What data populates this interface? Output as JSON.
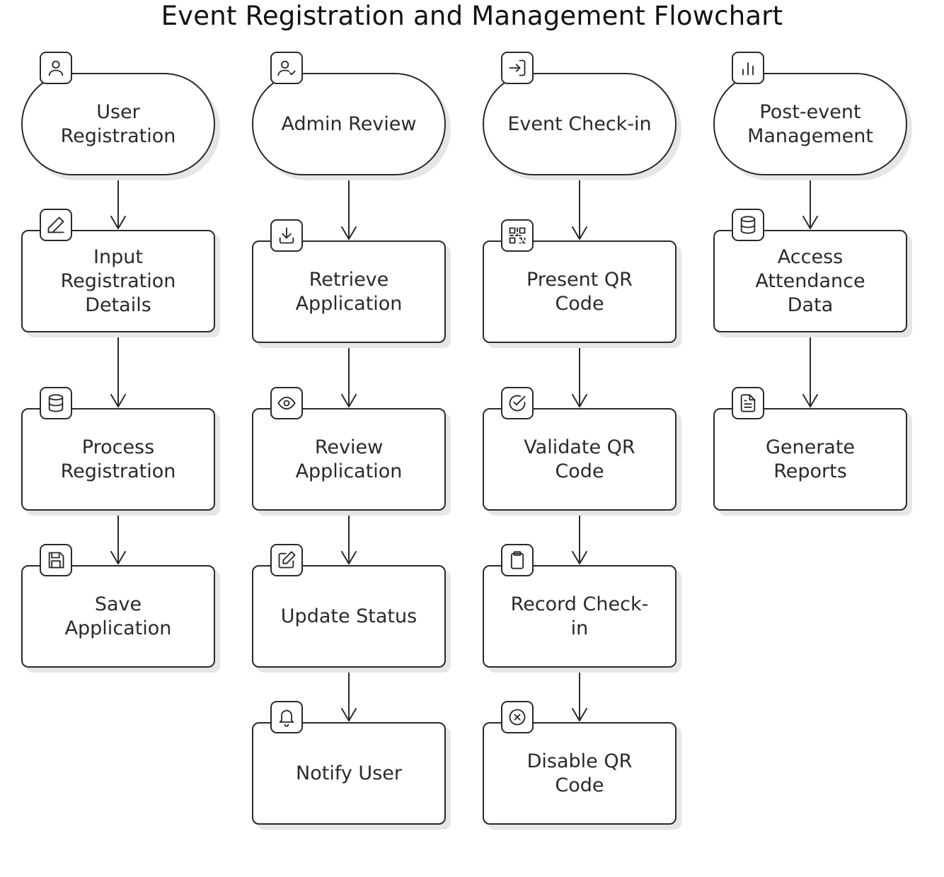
{
  "title": "Event Registration and Management Flowchart",
  "columns": [
    {
      "nodes": [
        {
          "id": "user-registration",
          "label": "User\nRegistration",
          "shape": "stadium",
          "icon": "user-icon"
        },
        {
          "id": "input-registration-details",
          "label": "Input\nRegistration\nDetails",
          "shape": "rect",
          "icon": "pencil-icon"
        },
        {
          "id": "process-registration",
          "label": "Process\nRegistration",
          "shape": "rect",
          "icon": "database-icon"
        },
        {
          "id": "save-application",
          "label": "Save\nApplication",
          "shape": "rect",
          "icon": "save-icon"
        }
      ]
    },
    {
      "nodes": [
        {
          "id": "admin-review",
          "label": "Admin Review",
          "shape": "stadium",
          "icon": "user-check-icon"
        },
        {
          "id": "retrieve-application",
          "label": "Retrieve\nApplication",
          "shape": "rect",
          "icon": "download-icon"
        },
        {
          "id": "review-application",
          "label": "Review\nApplication",
          "shape": "rect",
          "icon": "eye-icon"
        },
        {
          "id": "update-status",
          "label": "Update Status",
          "shape": "rect",
          "icon": "edit-icon"
        },
        {
          "id": "notify-user",
          "label": "Notify User",
          "shape": "rect",
          "icon": "bell-icon"
        }
      ]
    },
    {
      "nodes": [
        {
          "id": "event-check-in",
          "label": "Event Check-in",
          "shape": "stadium",
          "icon": "log-in-icon"
        },
        {
          "id": "present-qr-code",
          "label": "Present QR\nCode",
          "shape": "rect",
          "icon": "qr-code-icon"
        },
        {
          "id": "validate-qr-code",
          "label": "Validate QR\nCode",
          "shape": "rect",
          "icon": "check-circle-icon"
        },
        {
          "id": "record-check-in",
          "label": "Record Check-\nin",
          "shape": "rect",
          "icon": "clipboard-icon"
        },
        {
          "id": "disable-qr-code",
          "label": "Disable QR\nCode",
          "shape": "rect",
          "icon": "x-circle-icon"
        }
      ]
    },
    {
      "nodes": [
        {
          "id": "post-event-management",
          "label": "Post-event\nManagement",
          "shape": "stadium",
          "icon": "bar-chart-icon"
        },
        {
          "id": "access-attendance-data",
          "label": "Access\nAttendance\nData",
          "shape": "rect",
          "icon": "database-icon"
        },
        {
          "id": "generate-reports",
          "label": "Generate\nReports",
          "shape": "rect",
          "icon": "file-text-icon"
        }
      ]
    }
  ],
  "edges": [
    [
      "user-registration",
      "input-registration-details"
    ],
    [
      "input-registration-details",
      "process-registration"
    ],
    [
      "process-registration",
      "save-application"
    ],
    [
      "admin-review",
      "retrieve-application"
    ],
    [
      "retrieve-application",
      "review-application"
    ],
    [
      "review-application",
      "update-status"
    ],
    [
      "update-status",
      "notify-user"
    ],
    [
      "event-check-in",
      "present-qr-code"
    ],
    [
      "present-qr-code",
      "validate-qr-code"
    ],
    [
      "validate-qr-code",
      "record-check-in"
    ],
    [
      "record-check-in",
      "disable-qr-code"
    ],
    [
      "post-event-management",
      "access-attendance-data"
    ],
    [
      "access-attendance-data",
      "generate-reports"
    ]
  ]
}
